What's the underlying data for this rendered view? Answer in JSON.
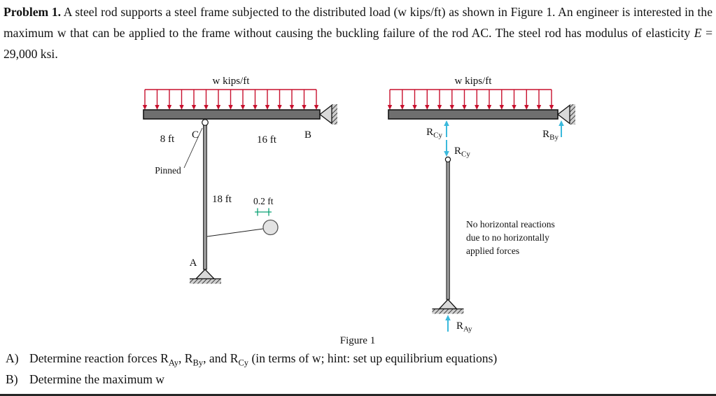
{
  "problem": {
    "bold_label": "Problem 1.",
    "body_1": " A steel rod supports a steel frame subjected to the distributed load (w kips/ft) as shown in Figure 1. An engineer is interested in the maximum w that can be applied to the frame without causing the buckling failure of the rod AC. The steel rod has modulus of elasticity ",
    "modulus_var": "E",
    "body_2": " = 29,000 ksi."
  },
  "figure": {
    "caption": "Figure 1",
    "left": {
      "load_label": "w kips/ft",
      "dim_left": "8 ft",
      "joint_c": "C",
      "dim_right": "16 ft",
      "joint_b": "B",
      "pinned": "Pinned",
      "rod_length": "18 ft",
      "rod_diameter": "0.2 ft",
      "joint_a": "A"
    },
    "right": {
      "load_label": "w kips/ft",
      "r_base": "R",
      "sub_cy": "Cy",
      "sub_by": "By",
      "sub_ay": "Ay",
      "note_line1": "No horizontal reactions",
      "note_line2": "due to no horizontally",
      "note_line3": "applied forces"
    }
  },
  "questions": {
    "a_label": "A)",
    "a_parts": [
      "Determine reaction forces R",
      "Ay",
      ", R",
      "By",
      ", and R",
      "Cy",
      " (in terms of w; hint: set up equilibrium equations)"
    ],
    "b_label": "B)",
    "b_text": "Determine the maximum w"
  },
  "colors": {
    "load_arrow": "#c8102e",
    "reaction_arrow": "#3bb9dc",
    "dimension": "#0aa073"
  }
}
